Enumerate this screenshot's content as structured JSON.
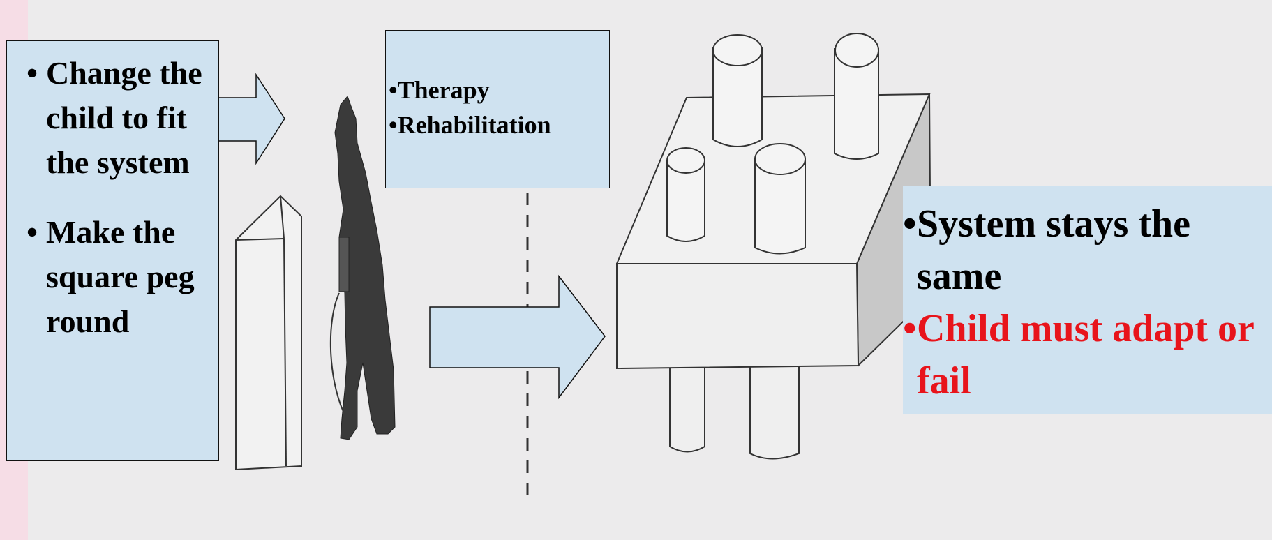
{
  "left_box": {
    "items": [
      "Change the child to fit the system",
      "Make the square peg round"
    ]
  },
  "top_box": {
    "items": [
      "Therapy",
      "Rehabilitation"
    ]
  },
  "right_box": {
    "items": [
      "System stays the same",
      "Child must adapt or fail"
    ]
  },
  "colors": {
    "box_fill": "#cfe2f0",
    "highlight_text": "#e8141b",
    "background": "#ecebec",
    "left_edge": "#f6dde6"
  },
  "icons": [
    "arrow-right-small",
    "arrow-right-large",
    "square-peg-drawing",
    "child-figure-drawing",
    "table-with-round-pegs-drawing"
  ]
}
